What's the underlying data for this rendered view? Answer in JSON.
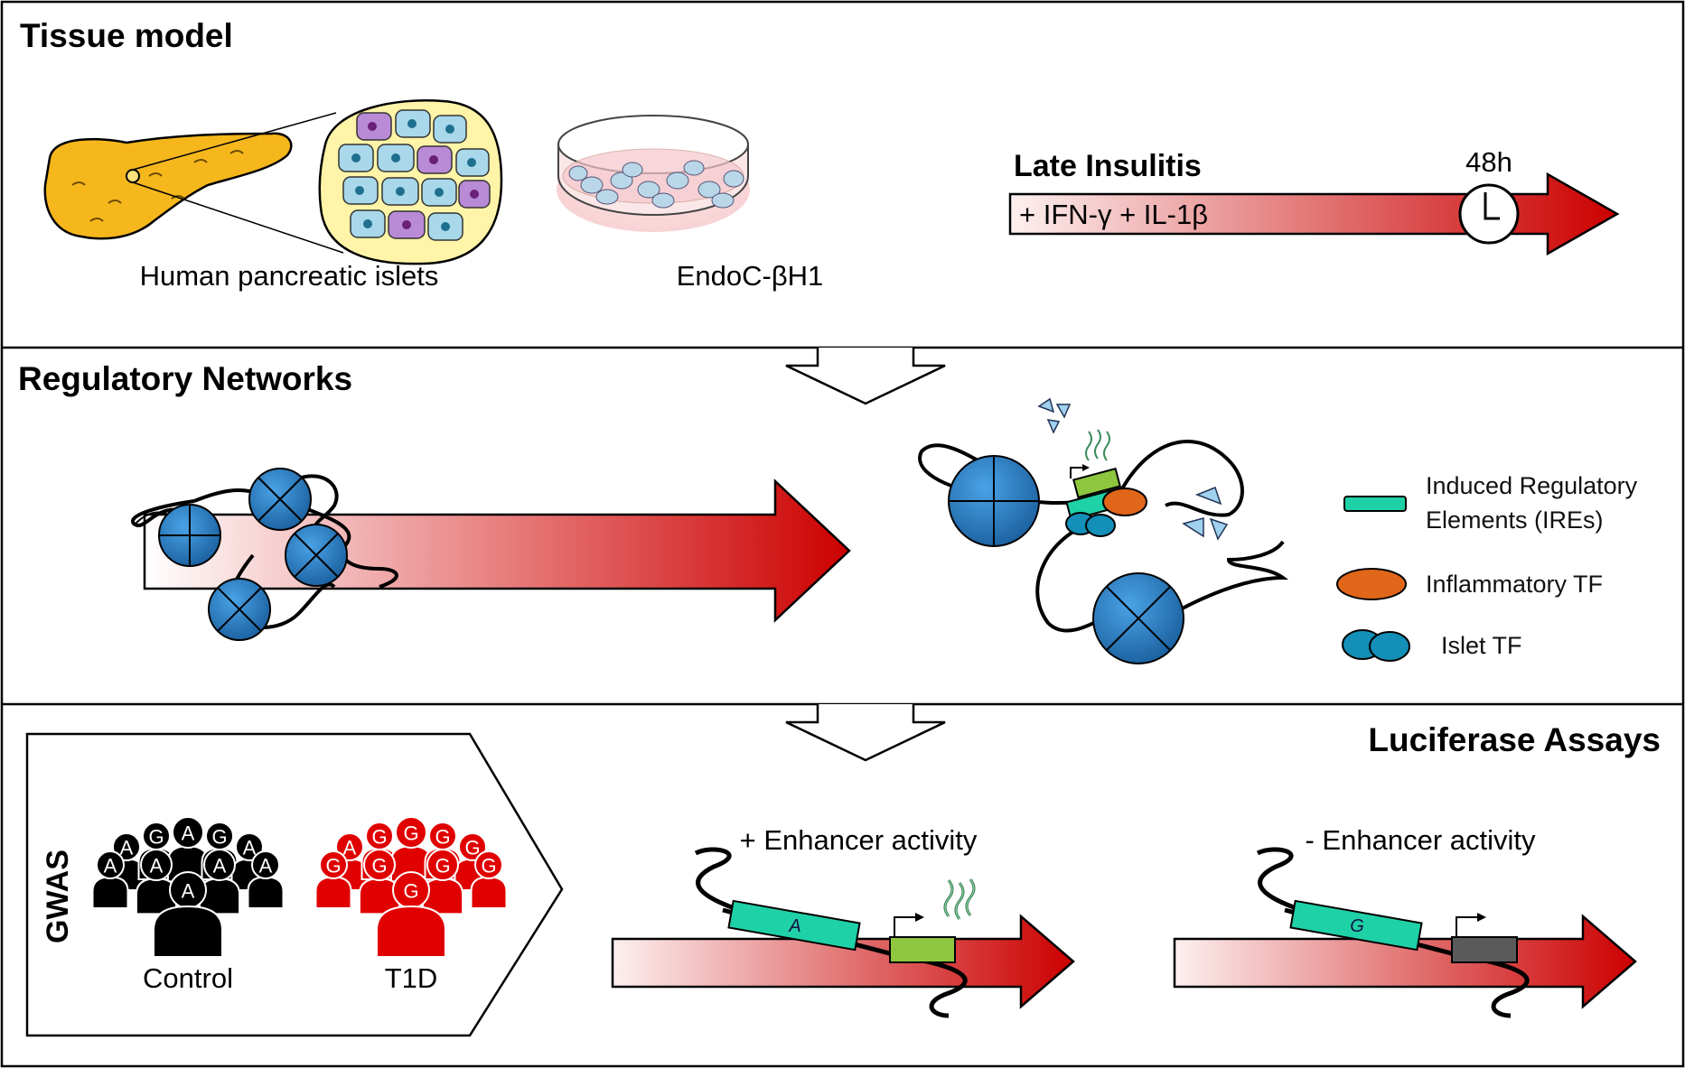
{
  "panels": {
    "tissue": {
      "title": "Tissue model",
      "islets_label": "Human pancreatic islets",
      "cells_label": "EndoC-βH1",
      "treatment_title": "Late Insulitis",
      "treatment_text": "+ IFN-γ + IL-1β",
      "time_label": "48h"
    },
    "networks": {
      "title": "Regulatory Networks",
      "legend": [
        {
          "line1": "Induced Regulatory",
          "line2": "Elements (IREs)",
          "color": "#1fd1a6"
        },
        {
          "line1": "Inflammatory TF",
          "line2": "",
          "color": "#e0661a"
        },
        {
          "line1": "Islet TF",
          "line2": "",
          "color": "#138fb8"
        }
      ]
    },
    "luciferase": {
      "title": "Luciferase Assays",
      "gwas_label": "GWAS",
      "control_label": "Control",
      "t1d_label": "T1D",
      "control_alleles": [
        "A",
        "G",
        "A",
        "G",
        "A",
        "A",
        "A",
        "A",
        "A",
        "A"
      ],
      "t1d_alleles": [
        "A",
        "G",
        "G",
        "G",
        "G",
        "G",
        "G",
        "G",
        "G",
        "G"
      ],
      "plus_label": "+ Enhancer activity",
      "minus_label": "- Enhancer activity",
      "plus_allele": "A",
      "minus_allele": "G"
    }
  },
  "colors": {
    "arrow_red": "#cc0000",
    "nucleosome_blue": "#1e6fb8",
    "ire_green": "#1fd1a6",
    "promoter_green": "#8ec63f",
    "promoter_gray": "#5a5a5a",
    "t1d_red": "#e00000"
  }
}
